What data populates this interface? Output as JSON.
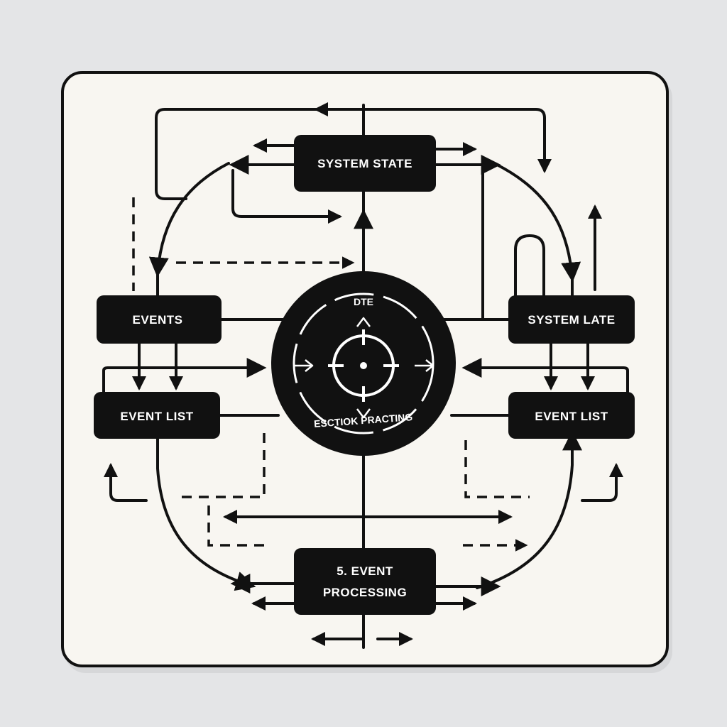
{
  "diagram": {
    "nodes": {
      "system_state": "SYSTEM STATE",
      "events": "EVENTS",
      "system_late": "SYSTEM LATE",
      "event_list_left": "EVENT LIST",
      "event_list_right": "EVENT LIST",
      "event_processing_line1": "5. EVENT",
      "event_processing_line2": "PROCESSING"
    },
    "hub": {
      "top_label": "DTE",
      "bottom_label": "ESCTIOK PRACTING"
    },
    "colors": {
      "ink": "#111111",
      "card": "#f8f6f1",
      "background": "#e4e5e7",
      "text_on_dark": "#ffffff"
    }
  }
}
